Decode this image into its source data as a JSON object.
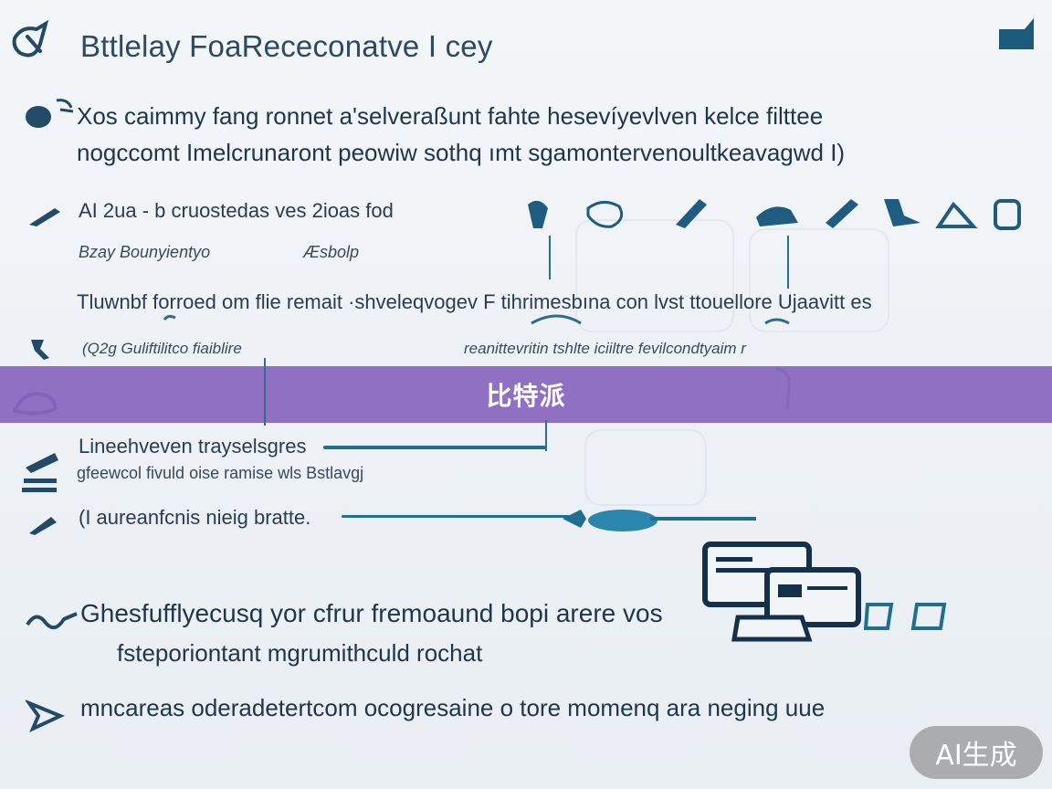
{
  "title": "Bttlelay FoaRececonatve I cey",
  "intro": {
    "line1": "Xos caimmy fang ronnet a'selveraßunt fahte hesevíyevlven kelce filttee",
    "line2": "nogccomt Imelcrunaront peowiw sothq ımt sgamontervenoultkeavagwd I)"
  },
  "sections": [
    {
      "heading": "AI 2ua - b cruostedas ves 2ioas fod",
      "sub": "Bzay Bounyientyo",
      "sub2": "Æsbolp"
    },
    {
      "heading": "Tluwnbf forroed om flie remait ·shveleqvogev F tihrimesbına con lvst ttouellore Ujaavitt es",
      "sub": "(Q2g Guliftilitco fiaiblire",
      "sub2": "reanittevritin tshlte iciiltre  fevilcondtyaim r"
    },
    {
      "heading": "Lineehveven trayselsgres",
      "sub": "gfeewcol fivuld oise ramise wls Bstlavgj"
    },
    {
      "heading": "(I aureanfcnis nieig bratte."
    }
  ],
  "bottom": {
    "line1": "Ghesfufflyecusq yor cfrur fremoaund bopi arere vos",
    "line2": "fsteporiontant mgrumithculd rochat",
    "line3": "mncareas oderadetertcom ocogresaine o tore momenq ara neging uue"
  },
  "banner": {
    "text": "比特派",
    "color": "#8966be"
  },
  "badge": {
    "text": "AI生成"
  },
  "colors": {
    "accent": "#1f6f93",
    "ink": "#23384a"
  },
  "icons": [
    "scribble-icon",
    "flag-icon",
    "bubble-icon",
    "pen-icon",
    "wrench-icon",
    "wave-icon",
    "feather-icon",
    "arrow-icon",
    "fish-icon",
    "screens-icon"
  ]
}
